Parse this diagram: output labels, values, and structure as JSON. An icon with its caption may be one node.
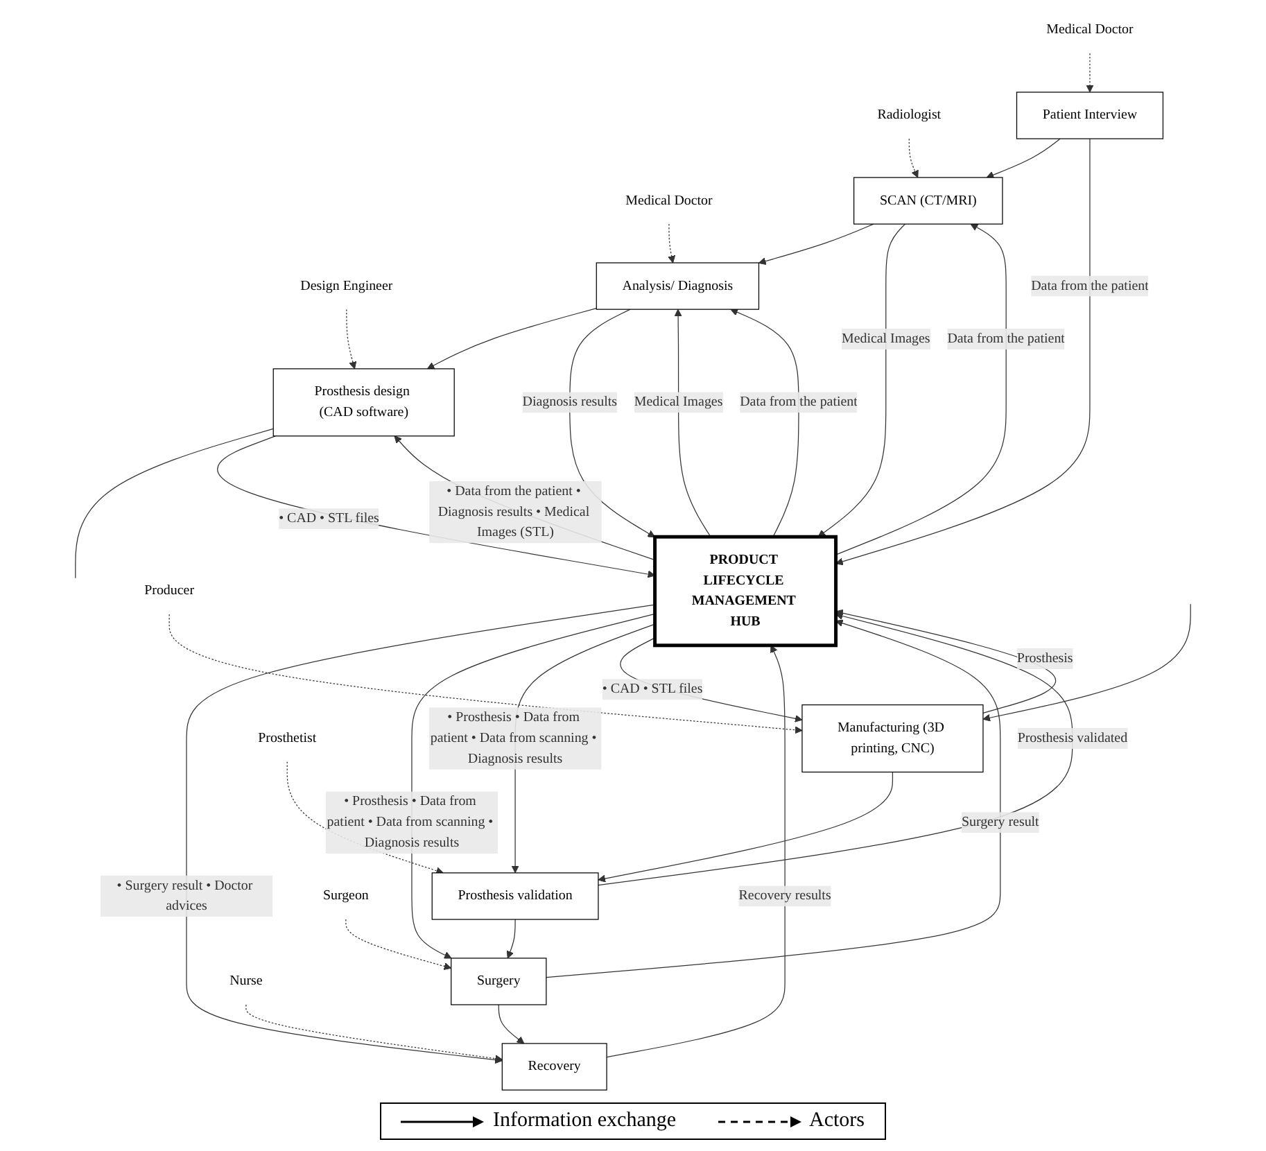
{
  "diagram": {
    "nodes": [
      {
        "text": [
          "Medical Doctor"
        ]
      },
      {
        "text": [
          "Radiologist"
        ]
      },
      {
        "text": [
          "Medical Doctor"
        ]
      },
      {
        "text": [
          "Design Engineer"
        ]
      },
      {
        "text": [
          "Patient Interview"
        ]
      },
      {
        "text": [
          "SCAN (CT/MRI)"
        ]
      },
      {
        "text": [
          "Analysis/ Diagnosis"
        ]
      },
      {
        "text": [
          "Prosthesis design (CAD software)"
        ]
      },
      {
        "text": [
          "PRODUCT LIFECYCLE MANAGEMENT HUB"
        ]
      },
      {
        "text": [
          "Recovery"
        ]
      },
      {
        "text": [
          "Surgery"
        ]
      },
      {
        "text": [
          "Prosthesis validation"
        ]
      },
      {
        "text": [
          "Manufacturing (3D printing, CNC)"
        ]
      },
      {
        "text": [
          "Nurse"
        ]
      },
      {
        "text": [
          "Surgeon"
        ]
      },
      {
        "text": [
          "Prosthetist"
        ]
      },
      {
        "text": [
          "Producer"
        ]
      }
    ],
    "edges": [
      {
        "from": 0,
        "to": 4,
        "arrow": "to",
        "style": "dashed"
      },
      {
        "from": 1,
        "to": 5,
        "arrow": "to",
        "style": "dashed"
      },
      {
        "from": 2,
        "to": 6,
        "arrow": "to",
        "style": "dashed"
      },
      {
        "from": 3,
        "to": 7,
        "arrow": "to",
        "style": "dashed"
      },
      {
        "from": 4,
        "to": 5,
        "arrow": "to"
      },
      {
        "from": 5,
        "to": 6,
        "arrow": "to"
      },
      {
        "from": 6,
        "to": 7,
        "arrow": "to"
      },
      {
        "from": 7,
        "to": null,
        "arrow": "none"
      },
      {
        "from": 4,
        "to": 8,
        "arrow": "to",
        "label": "Data from the patient"
      },
      {
        "from": 8,
        "to": 5,
        "arrow": "to",
        "label": "Data from the patient"
      },
      {
        "from": 5,
        "to": 8,
        "arrow": "to",
        "label": "Medical Images"
      },
      {
        "from": 8,
        "to": 6,
        "arrow": "to",
        "label": "Medical Images"
      },
      {
        "from": 8,
        "to": 6,
        "arrow": "to",
        "label": "Data from the patient"
      },
      {
        "from": 6,
        "to": 8,
        "arrow": "to",
        "label": "Diagnosis results"
      },
      {
        "from": 8,
        "to": 7,
        "arrow": "to",
        "label": "• Data from the patient • Diagnosis results • Medical Images (STL)"
      },
      {
        "from": 7,
        "to": 8,
        "arrow": "to",
        "label": "• CAD • STL files"
      },
      {
        "from": 9,
        "to": 8,
        "arrow": "to",
        "label": "Recovery results"
      },
      {
        "from": 8,
        "to": 9,
        "arrow": "to",
        "label": "• Surgery result • Doctor advices"
      },
      {
        "from": 10,
        "to": 8,
        "arrow": "to",
        "label": "Surgery result"
      },
      {
        "from": 8,
        "to": 10,
        "arrow": "to",
        "label": "• Prosthesis • Data from patient • Data from scanning • Diagnosis results"
      },
      {
        "from": 11,
        "to": 8,
        "arrow": "to",
        "label": "Prosthesis validated"
      },
      {
        "from": 8,
        "to": 11,
        "arrow": "to",
        "label": "• Prosthesis • Data from patient • Data from scanning • Diagnosis results"
      },
      {
        "from": 12,
        "to": 8,
        "arrow": "to",
        "label": "Prosthesis"
      },
      {
        "from": 8,
        "to": 12,
        "arrow": "to",
        "label": "• CAD • STL files"
      },
      {
        "from": null,
        "to": 12,
        "arrow": "to"
      },
      {
        "from": 12,
        "to": 11,
        "arrow": "to"
      },
      {
        "from": 11,
        "to": 10,
        "arrow": "to"
      },
      {
        "from": 10,
        "to": 9,
        "arrow": "to"
      },
      {
        "from": 13,
        "to": 9,
        "arrow": "to",
        "style": "dashed"
      },
      {
        "from": 14,
        "to": 10,
        "arrow": "to",
        "style": "dashed"
      },
      {
        "from": 15,
        "to": 11,
        "arrow": "to",
        "style": "dashed"
      },
      {
        "from": 16,
        "to": 12,
        "arrow": "to",
        "style": "dashed"
      }
    ],
    "legend": [
      {
        "text": "Information exchange"
      },
      {
        "text": "Actors"
      }
    ]
  }
}
